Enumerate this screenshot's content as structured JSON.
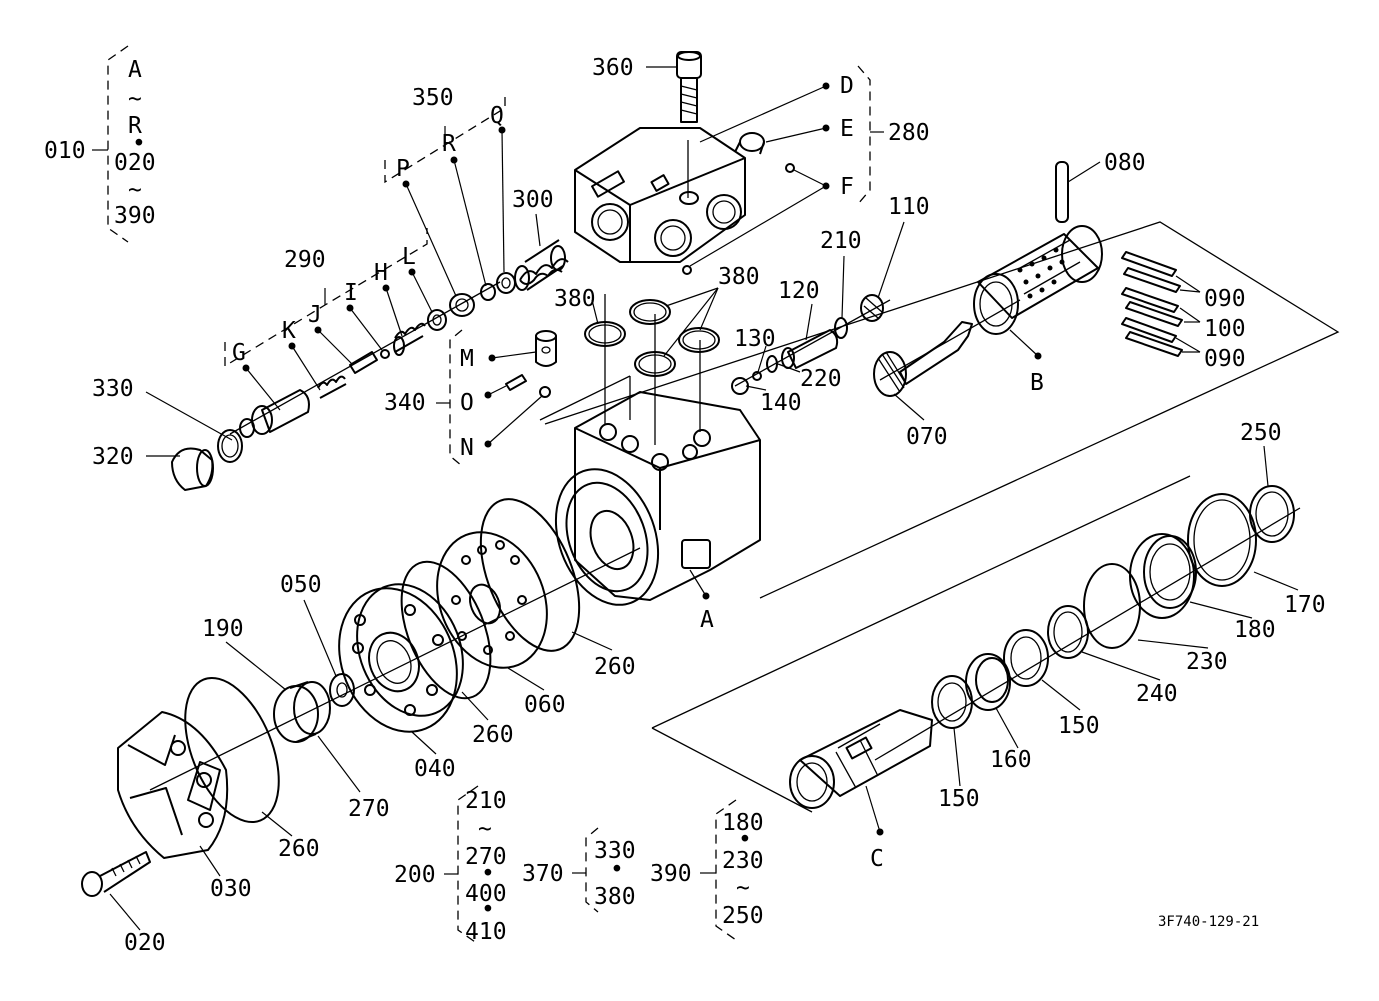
{
  "labels": {
    "360": "360",
    "D": "D",
    "E": "E",
    "280": "280",
    "F": "F",
    "350": "350",
    "Q": "Q",
    "R": "R",
    "P": "P",
    "300": "300",
    "290": "290",
    "L": "L",
    "H": "H",
    "I": "I",
    "J": "J",
    "K": "K",
    "G": "G",
    "330": "330",
    "320": "320",
    "380a": "380",
    "380b": "380",
    "M": "M",
    "O": "O",
    "N": "N",
    "340": "340",
    "120": "120",
    "130": "130",
    "140": "140",
    "210": "210",
    "220": "220",
    "110": "110",
    "070": "070",
    "080": "080",
    "B": "B",
    "090a": "090",
    "100": "100",
    "090b": "090",
    "250": "250",
    "170": "170",
    "180": "180",
    "230": "230",
    "240": "240",
    "150a": "150",
    "150b": "150",
    "160": "160",
    "C": "C",
    "A": "A",
    "260a": "260",
    "260b": "260",
    "260c": "260",
    "060": "060",
    "050": "050",
    "190": "190",
    "040": "040",
    "270": "270",
    "030": "030",
    "020": "020"
  },
  "groups": {
    "g010": {
      "label": "010",
      "items": [
        "A",
        "~",
        "R",
        "•",
        "020",
        "~",
        "390"
      ]
    },
    "g200": {
      "label": "200",
      "items": [
        "210",
        "~",
        "270",
        "•",
        "400",
        "•",
        "410"
      ]
    },
    "g370": {
      "label": "370",
      "items": [
        "330",
        "•",
        "380"
      ]
    },
    "g390": {
      "label": "390",
      "items": [
        "180",
        "•",
        "230",
        "~",
        "250"
      ]
    }
  },
  "drawing_code": "3F740-129-21"
}
